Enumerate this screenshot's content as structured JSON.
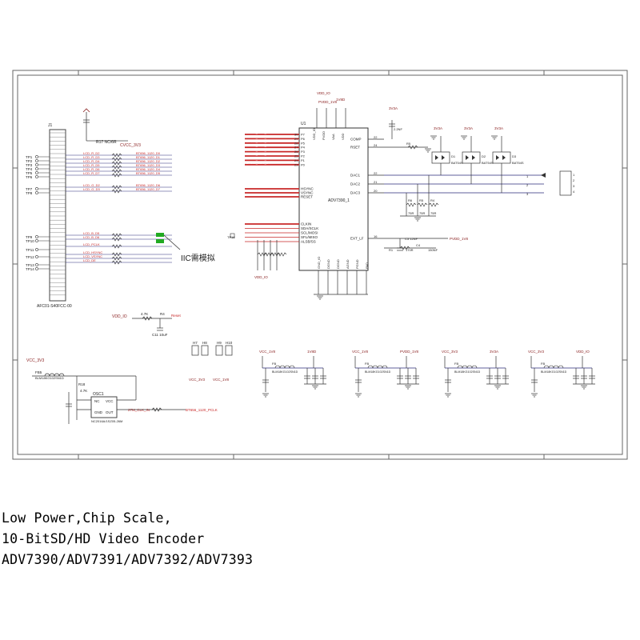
{
  "schematic": {
    "colors": {
      "wire": "#2a2a7a",
      "part": "#404040",
      "net": "#c82828",
      "power": "#8a2020",
      "green": "#22aa22",
      "frame": "#555555"
    },
    "iic_note": "IIC需模拟",
    "connector": {
      "ref": "J1",
      "part": "AFC01-S40FCC-00"
    },
    "testpoints": [
      "TP1",
      "TP2",
      "TP3",
      "TP4",
      "TP5",
      "TP6",
      "TP7",
      "TP8",
      "TP9",
      "TP10",
      "TP11",
      "TP12",
      "TP13",
      "TP14"
    ],
    "lcd_nets": [
      "LCD_R_D2",
      "LCD_R_D3",
      "LCD_R_D4",
      "LCD_R_D5",
      "LCD_R_D6",
      "LCD_R_D7",
      "LCD_G_D2",
      "LCD_G_D3",
      "LCD_B_D5",
      "LCD_B_D6",
      "LCD_PCLK",
      "LCD_HSYNC",
      "LCD_VSYNC",
      "LCD_DE"
    ],
    "pix_nets": [
      "BT656_1120_D0",
      "BT656_1120_D1",
      "BT656_1120_D2",
      "BT656_1120_D3",
      "BT656_1120_D4",
      "BT656_1120_D5",
      "BT656_1120_D6",
      "BT656_1120_D7"
    ],
    "u1": {
      "ref": "U1",
      "part": "ADV7390_1",
      "top_pins": [
        "VDD_IO",
        "PVDD",
        "VAA",
        "VDD"
      ],
      "left_pins": [
        "HSYNC",
        "VSYNC",
        "RESET",
        "CLKIN",
        "SDA/SCLK",
        "SCL/MOSI",
        "SFL/MISO",
        "ALSB/SS"
      ],
      "right_pins": [
        "COMP",
        "RSET",
        "DAC1",
        "DAC2",
        "DAC3",
        "EXT_LF"
      ],
      "bottom_pins": [
        "GND_IO",
        "DGND",
        "DGND",
        "AGND",
        "PGND",
        "PAD"
      ]
    },
    "power_nets": [
      "VDD_IO",
      "PVDD_1V8",
      "1V8D",
      "3V3A",
      "VCC_3V3",
      "VCC_1V8"
    ],
    "osc": {
      "ref": "OSC1",
      "pins": [
        "NC",
        "VCC",
        "GND",
        "OUT"
      ],
      "part": "NC2016A/1SZ05-26M"
    },
    "clock_net": "27M_CLK_IN",
    "clock_out": "BT656_1120_PCLK",
    "reset": "Reset",
    "diodes": [
      "BAT54S",
      "BAT54S",
      "BAT54S"
    ],
    "output_conn": [
      "1",
      "2",
      "3",
      "4"
    ]
  },
  "caption": {
    "line1": "Low Power,Chip Scale,",
    "line2": "10-BitSD/HD Video Encoder",
    "line3": "ADV7390/ADV7391/ADV7392/ADV7393"
  }
}
